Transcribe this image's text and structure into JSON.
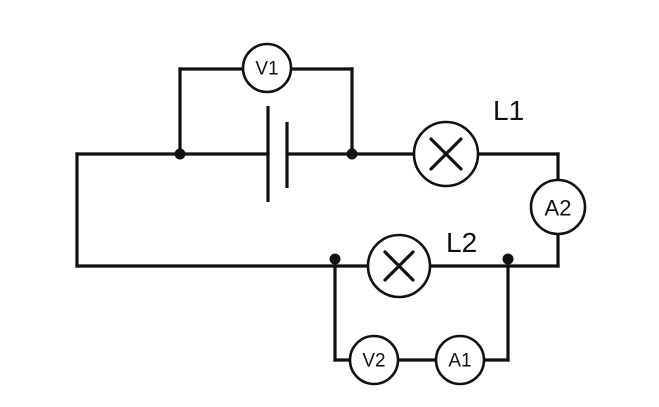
{
  "diagram": {
    "meters": {
      "v1": "V1",
      "a2": "A2",
      "v2": "V2",
      "a1": "A1"
    },
    "lamps": {
      "l1": "L1",
      "l2": "L2"
    }
  }
}
